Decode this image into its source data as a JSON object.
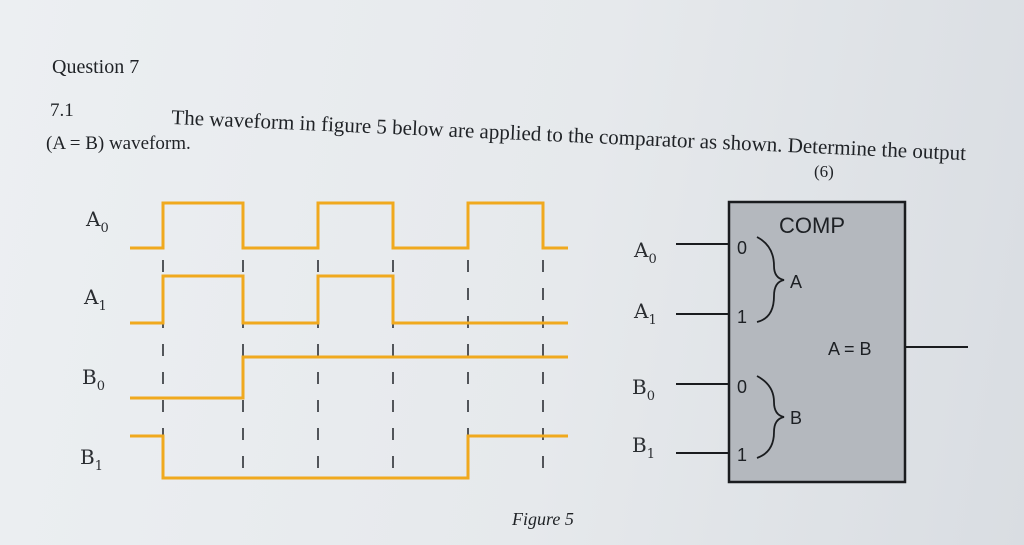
{
  "question": {
    "heading": "Question 7",
    "number": "7.1",
    "line1": "The waveform in figure 5 below are applied to the comparator as shown. Determine the output",
    "line2": "(A = B) waveform.",
    "marks": "(6)"
  },
  "figure": {
    "caption": "Figure 5",
    "waveform_color": "#f0a91e",
    "signals": [
      {
        "name": "A",
        "sub": "0",
        "levels": [
          0,
          1,
          0,
          1,
          0,
          1,
          0
        ]
      },
      {
        "name": "A",
        "sub": "1",
        "levels": [
          0,
          1,
          0,
          1,
          0,
          0,
          0
        ]
      },
      {
        "name": "B",
        "sub": "0",
        "levels": [
          0,
          0,
          1,
          1,
          1,
          1,
          1
        ]
      },
      {
        "name": "B",
        "sub": "1",
        "levels": [
          1,
          0,
          0,
          0,
          0,
          1,
          1
        ]
      }
    ]
  },
  "comparator": {
    "title": "COMP",
    "inputs": [
      {
        "name": "A",
        "sub": "0",
        "bit": "0"
      },
      {
        "name": "A",
        "sub": "1",
        "bit": "1"
      },
      {
        "name": "B",
        "sub": "0",
        "bit": "0"
      },
      {
        "name": "B",
        "sub": "1",
        "bit": "1"
      }
    ],
    "group_a": "A",
    "group_b": "B",
    "output_label": "A = B",
    "block_fill": "#b4b8be"
  }
}
